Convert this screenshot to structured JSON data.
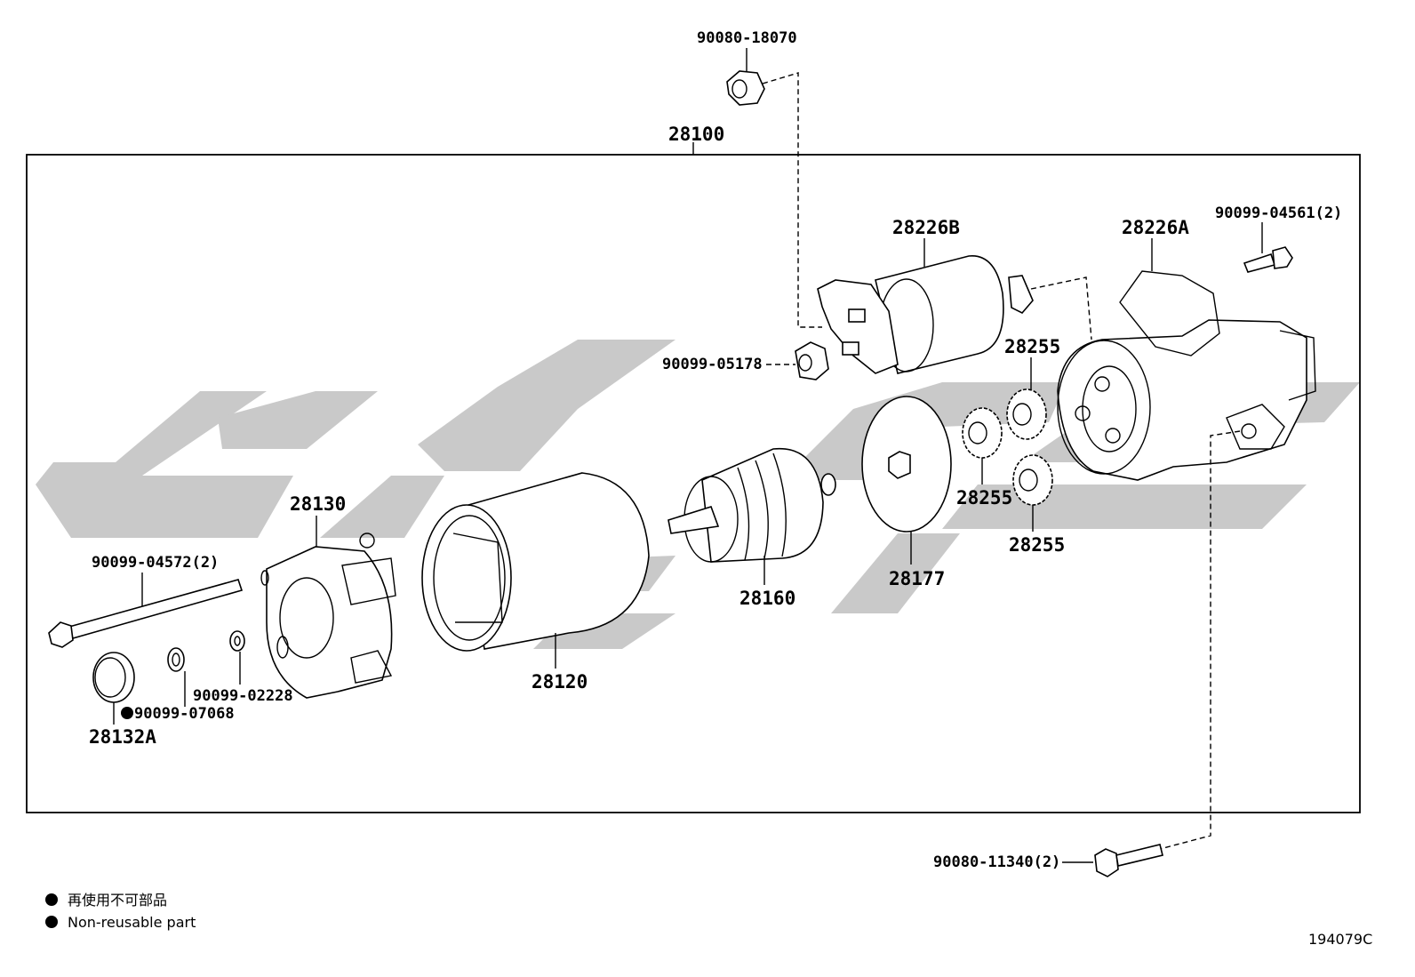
{
  "assembly_label": "28100",
  "labels": {
    "nut_top": "90080-18070",
    "solenoid": "28226B",
    "housing": "28226A",
    "bolt_housing": "90099-04561(2)",
    "nut_solenoid": "90099-05178",
    "gear_top": "28255",
    "gear_left": "28255",
    "gear_bottom": "28255",
    "brush_holder": "28130",
    "through_bolt": "90099-04572(2)",
    "yoke": "28120",
    "armature": "28160",
    "plate": "28177",
    "washer_a": "90099-02228",
    "washer_b": "90099-07068",
    "end_cap": "28132A",
    "bolt_bottom": "90080-11340(2)"
  },
  "legend": {
    "line1": "再使用不可部品",
    "line2": "Non-reusable part"
  },
  "figure_code": "194079C",
  "colors": {
    "watermark": "#c9c9c9",
    "ink": "#000000"
  }
}
